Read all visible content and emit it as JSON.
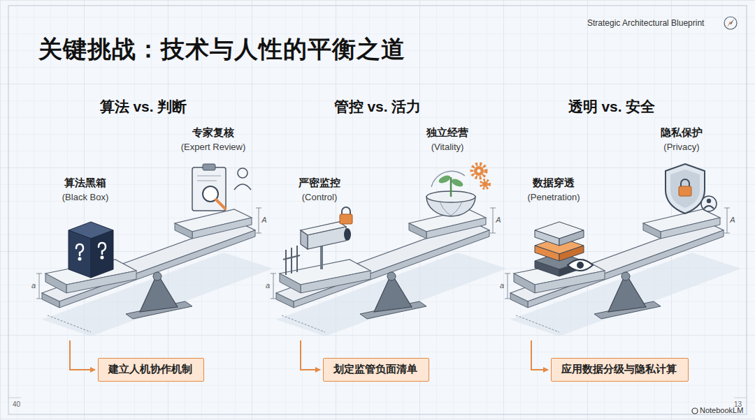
{
  "diagram": {
    "title": "关键挑战：技术与人性的平衡之道",
    "nodes": [
      {
        "text": [
          "建立人机协作机制"
        ]
      },
      {
        "text": [
          "划定监管负面清单"
        ]
      },
      {
        "text": [
          "应用数据分级与隐私计算"
        ]
      }
    ],
    "labels": [
      "Strategic Architectural Blueprint",
      "算法 vs. 判断",
      "专家复核",
      "(Expert Review)",
      "算法黑箱",
      "(Black Box)",
      "A",
      "a",
      "管控 vs. 活力",
      "独立经营",
      "(Vitality)",
      "严密监控",
      "(Control)",
      "A",
      "a",
      "透明 vs. 安全",
      "隐私保护",
      "(Privacy)",
      "数据穿透",
      "(Penetration)",
      "A",
      "a",
      "40",
      "13",
      "NotebookLM"
    ]
  }
}
